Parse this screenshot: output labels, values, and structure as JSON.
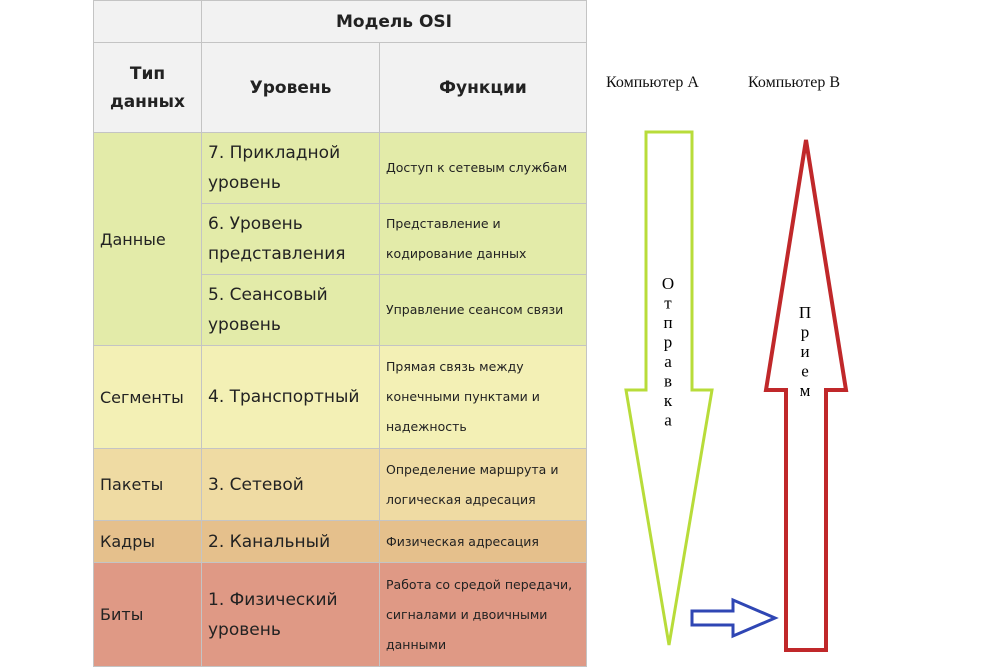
{
  "table": {
    "title": "Модель OSI",
    "headers": {
      "type": "Тип данных",
      "level": "Уровень",
      "functions": "Функции"
    },
    "data_types": [
      "Данные",
      "Сегменты",
      "Пакеты",
      "Кадры",
      "Биты"
    ],
    "rows": [
      {
        "level": "7. Прикладной уровень",
        "function": "Доступ к сетевым службам"
      },
      {
        "level": "6. Уровень представления",
        "function": "Представление и кодирование данных"
      },
      {
        "level": "5. Сеансовый уровень",
        "function": "Управление сеансом связи"
      },
      {
        "level": "4. Транспортный",
        "function": "Прямая связь между конечными пунктами и надежность"
      },
      {
        "level": "3. Сетевой",
        "function": "Определение маршрута и логическая адресация"
      },
      {
        "level": "2. Канальный",
        "function": "Физическая адресация"
      },
      {
        "level": "1. Физический уровень",
        "function": "Работа со средой передачи, сигналами и двоичными данными"
      }
    ],
    "colors": {
      "data": "#e3eba9",
      "segments": "#f3f0b5",
      "packets": "#efdba3",
      "frames": "#e5c08c",
      "bits": "#df9985"
    }
  },
  "diagram": {
    "computer_a": "Компьютер А",
    "computer_b": "Компьютер В",
    "send_label": "Отправка",
    "receive_label": "Прием",
    "colors": {
      "send_arrow": "#b8dc3a",
      "receive_arrow": "#c0282a",
      "transfer_arrow": "#2f46b4"
    }
  }
}
